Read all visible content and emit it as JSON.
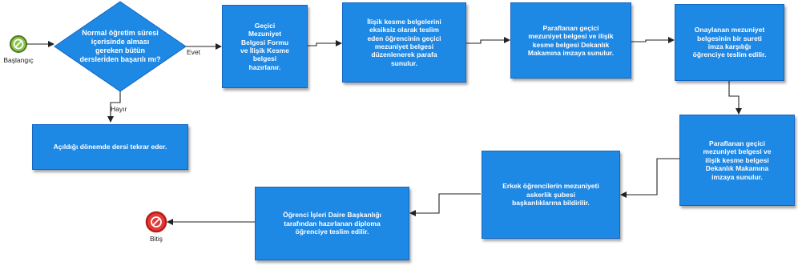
{
  "start": {
    "label": "Başlangıç"
  },
  "decision": {
    "text": "Normal öğretim süresi\niçerisinde alması\ngereken bütün\ndersleri̇den başarılı mı?"
  },
  "edges": {
    "yes_label": "Evet",
    "no_label": "Hayır"
  },
  "tasks": {
    "t1": "Geçici\nMezuniyet\nBelgesi Formu\nve İlişik Kesme\nbelgesi\nhazırlanır.",
    "t2": "İlişik kesme belgelerini\neksiksiz olarak teslim\neden öğrencinin geçici\nmezuniyet belgesi\ndüzenlenerek parafa\nsunulur.",
    "t3": "Paraflanan geçici\nmezuniyet belgesi ve ilişik\nkesme belgesi Dekanlık\nMakamına imzaya sunulur.",
    "t4": "Onaylanan mezuniyet\nbelgesinin bir sureti\nimza karşılığı\nöğrenciye teslim edilir.",
    "t5": "Paraflanan geçici\nmezuniyet belgesi ve\nilişik kesme belgesi\nDekanlık Makamına\nimzaya sunulur.",
    "t6": "Erkek öğrencilerin mezuniyeti\naskerlik şubesi\nbaşkanlıklarına bildirilir.",
    "t7": "Öğrenci İşleri Daire Başkanlığı\ntarafından hazırlanan diploma\nöğrenciye teslim edilir.",
    "retry": "Açıldığı dönemde dersi tekrar eder."
  },
  "end": {
    "label": "Bitiş"
  },
  "colors": {
    "task_fill": "#1e88e5",
    "start_fill": "#8bc34a",
    "end_fill": "#e53935",
    "connector": "#222222"
  }
}
